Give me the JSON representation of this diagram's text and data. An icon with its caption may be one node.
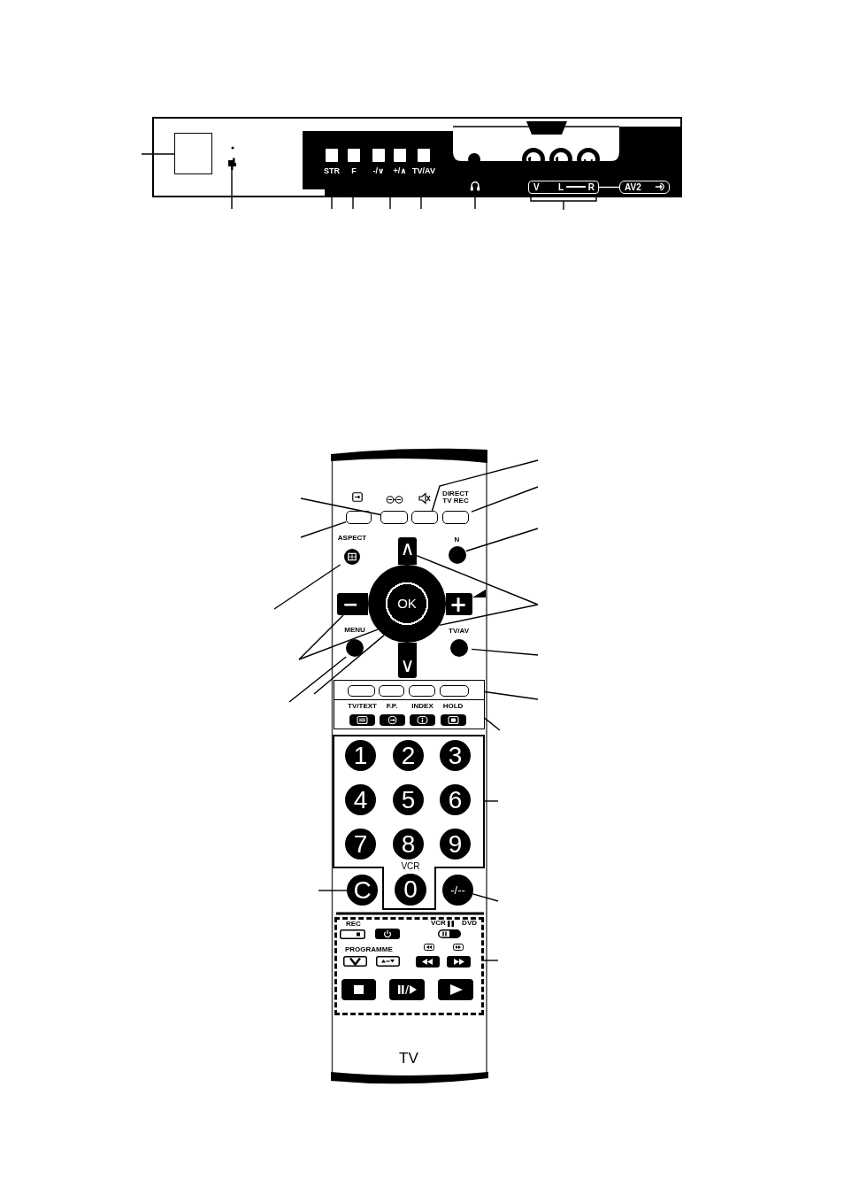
{
  "diagram": {
    "nodes": [
      {
        "text": [],
        "shape": "box"
      },
      {
        "text": [],
        "shape": "picture"
      },
      {
        "text": [
          "STR"
        ]
      },
      {
        "text": [
          "F"
        ]
      },
      {
        "text": [
          "-/∨"
        ]
      },
      {
        "text": [
          "+/∧"
        ]
      },
      {
        "text": [
          "TV/AV"
        ]
      },
      {
        "text": [],
        "shape": "picture"
      },
      {
        "text": [
          "V",
          "L",
          "R"
        ]
      },
      {
        "text": [
          "AV2"
        ]
      },
      {
        "text": [],
        "shape": "box"
      },
      {
        "text": [],
        "shape": "box"
      },
      {
        "text": [],
        "shape": "box"
      },
      {
        "text": [
          "DIRECT TV REC"
        ]
      },
      {
        "text": [
          "ASPECT"
        ]
      },
      {
        "text": [
          "N"
        ]
      },
      {
        "text": [
          "∧"
        ]
      },
      {
        "text": [
          "−"
        ]
      },
      {
        "text": [],
        "shape": "circle"
      },
      {
        "text": [
          "OK"
        ],
        "in": 18
      },
      {
        "text": [
          "+"
        ]
      },
      {
        "text": [
          "MENU"
        ]
      },
      {
        "text": [
          "TV/AV"
        ]
      },
      {
        "text": [
          "∨"
        ]
      },
      {
        "text": [],
        "shape": "box"
      },
      {
        "text": [],
        "shape": "box"
      },
      {
        "text": [
          "TV/TEXT"
        ],
        "in": 25
      },
      {
        "text": [
          "F.P."
        ],
        "in": 25
      },
      {
        "text": [
          "INDEX"
        ],
        "in": 25
      },
      {
        "text": [
          "HOLD"
        ],
        "in": 25
      },
      {
        "text": [],
        "shape": "box"
      },
      {
        "text": [
          "1"
        ],
        "in": 30
      },
      {
        "text": [
          "2"
        ],
        "in": 30
      },
      {
        "text": [
          "3"
        ],
        "in": 30
      },
      {
        "text": [
          "4"
        ],
        "in": 30
      },
      {
        "text": [
          "5"
        ],
        "in": 30
      },
      {
        "text": [
          "6"
        ],
        "in": 30
      },
      {
        "text": [
          "7"
        ],
        "in": 30
      },
      {
        "text": [
          "8"
        ],
        "in": 30
      },
      {
        "text": [
          "9"
        ],
        "in": 30
      },
      {
        "text": [
          "VCR",
          "0"
        ],
        "in": 30
      },
      {
        "text": [
          "C"
        ]
      },
      {
        "text": [
          "-/--"
        ]
      },
      {
        "text": [],
        "shape": "box"
      },
      {
        "text": [
          "REC"
        ],
        "in": 43
      },
      {
        "text": [
          "VCR",
          "DVD"
        ],
        "in": 43
      }
    ],
    "edges": [
      {
        "from": null,
        "to": 0,
        "arrow": "none"
      },
      {
        "from": null,
        "to": 1,
        "arrow": "none"
      },
      {
        "from": null,
        "to": 2,
        "arrow": "none"
      },
      {
        "from": null,
        "to": 3,
        "arrow": "none"
      },
      {
        "from": null,
        "to": 4,
        "arrow": "none"
      },
      {
        "from": null,
        "to": 5,
        "arrow": "none"
      },
      {
        "from": null,
        "to": 6,
        "arrow": "none"
      },
      {
        "from": null,
        "to": 7,
        "arrow": "none"
      },
      {
        "from": null,
        "to": 8,
        "arrow": "none"
      },
      {
        "from": 8,
        "to": 9,
        "arrow": "none",
        "color": "#ffffff"
      },
      {
        "from": null,
        "to": 12,
        "arrow": "none"
      },
      {
        "from": null,
        "to": 13,
        "arrow": "none"
      },
      {
        "from": null,
        "to": 11,
        "arrow": "none"
      },
      {
        "from": null,
        "to": 10,
        "arrow": "none"
      },
      {
        "from": null,
        "to": 15,
        "arrow": "none"
      },
      {
        "from": null,
        "to": 14,
        "arrow": "none"
      },
      {
        "from": null,
        "to": 16,
        "arrow": "none"
      },
      {
        "from": null,
        "to": 18,
        "arrow": "none"
      },
      {
        "from": null,
        "to": 17,
        "arrow": "none"
      },
      {
        "from": null,
        "to": 18,
        "arrow": "none"
      },
      {
        "from": null,
        "to": 22,
        "arrow": "none"
      },
      {
        "from": null,
        "to": 21,
        "arrow": "none"
      },
      {
        "from": null,
        "to": 18,
        "arrow": "none"
      },
      {
        "from": null,
        "to": 24,
        "arrow": "none"
      },
      {
        "from": null,
        "to": 25,
        "arrow": "none"
      },
      {
        "from": null,
        "to": 30,
        "arrow": "none"
      },
      {
        "from": null,
        "to": 41,
        "arrow": "none"
      },
      {
        "from": null,
        "to": 42,
        "arrow": "none"
      },
      {
        "from": null,
        "to": 43,
        "arrow": "none"
      }
    ],
    "labels": [
      "PROGRAMME",
      "TV"
    ]
  }
}
